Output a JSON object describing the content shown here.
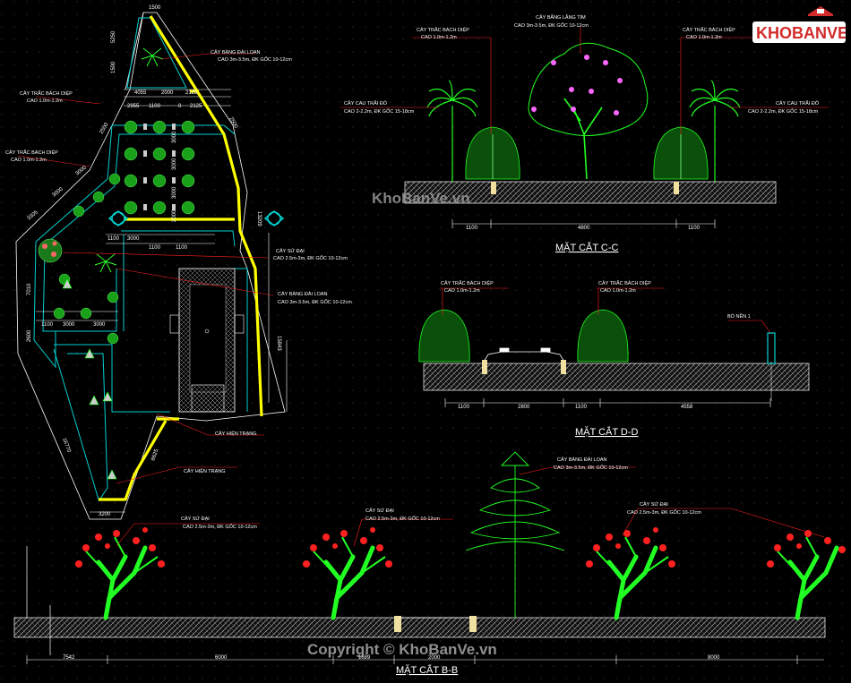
{
  "watermark": {
    "brand": "KhoBanVe.vn",
    "copyright": "Copyright © KhoBanVe.vn",
    "logo_text": "KHOBANVE"
  },
  "colors": {
    "background": "#000000",
    "wall_line": "#00d0d0",
    "path_line": "#ffff00",
    "label_leader": "#ff2020",
    "tree_green": "#20ff20",
    "flower_red": "#ff2020",
    "flower_pink": "#ff66ff",
    "soil": "#c8c8c8",
    "logo_red": "#d22b2b",
    "logo_blue": "#1a5fb4"
  },
  "sections": {
    "cc": {
      "title": "MẶT CẮT C-C",
      "label_center_1": "CÂY BẰNG LĂNG TÍM",
      "label_center_2": "CAO 3m-3.5m, ĐK GỐC 10-12cm",
      "label_left_1": "CÂY TRẮC BÁCH DIỆP",
      "label_left_2": "CAO 1.0m-1.2m",
      "label_right_1": "CÂY TRẮC BÁCH DIỆP",
      "label_right_2": "CAO 1.0m-1.2m",
      "label_palm_left_1": "CÂY CAU TRẮI ĐỎ",
      "label_palm_left_2": "CAO 2-2.2m, ĐK GỐC 15-18cm",
      "label_palm_right_1": "CÂY CAU TRẮI ĐỎ",
      "label_palm_right_2": "CAO 2-2.2m, ĐK GỐC 15-18cm",
      "dims": [
        "1100",
        "4800",
        "1100"
      ]
    },
    "dd": {
      "title": "MẶT CẮT D-D",
      "label_left_1": "CÂY TRẮC BÁCH DIỆP",
      "label_left_2": "CAO 1.0m-1.2m",
      "label_right_1": "CÂY TRẮC BÁCH DIỆP",
      "label_right_2": "CAO 1.0m-1.2m",
      "label_bo": "BÓ NỀN 1",
      "dims": [
        "1100",
        "2800",
        "1100",
        "4558"
      ]
    },
    "bb": {
      "title": "MẶT CẮT B-B",
      "label_su_1": "CÂY SỨ ĐẠI",
      "label_su_2": "CAO 2.5m-3m, ĐK GỐC 10-12cm",
      "label_bang_1": "CÂY BÀNG ĐÀI LOAN",
      "label_bang_2": "CAO 3m-3.5m, ĐK GỐC 10-12cm",
      "dims": [
        "7542",
        "6000",
        "1689",
        "2000",
        "8000"
      ]
    }
  },
  "plan": {
    "label_bang_top_1": "CÂY BÀNG ĐÀI LOAN",
    "label_bang_top_2": "CAO 3m-3.5m, ĐK GỐC 10-12cm",
    "label_trac_1": "CÂY TRẮC BÁCH DIỆP",
    "label_trac_2": "CAO 1.0m-1.2m",
    "label_trac_b_1": "CÂY TRẮC BÁCH DIỆP",
    "label_trac_b_2": "CAO 1.0m-1.2m",
    "label_su_1": "CÂY SỨ ĐẠI",
    "label_su_2": "CAO 2.5m-3m, ĐK GỐC 10-12cm",
    "label_bang_mid_1": "CÂY BÀNG ĐÀI LOAN",
    "label_bang_mid_2": "CAO 3m-3.5m, ĐK GỐC 10-12cm",
    "label_hien_1": "CÂY HIỆN TRẠNG",
    "label_hien_2": "CÂY HIỆN TRẠNG",
    "dims": [
      "1500",
      "5250",
      "1500",
      "4055",
      "2000",
      "2125",
      "2955",
      "1100",
      "0",
      "2125",
      "3000",
      "3000",
      "3000",
      "2000",
      "1100",
      "3000",
      "1100",
      "1100",
      "13209",
      "7010",
      "2600",
      "1100",
      "3000",
      "3000",
      "16770",
      "8625",
      "3200",
      "15843",
      "3305",
      "3000",
      "3000",
      "2500",
      "2500"
    ]
  }
}
